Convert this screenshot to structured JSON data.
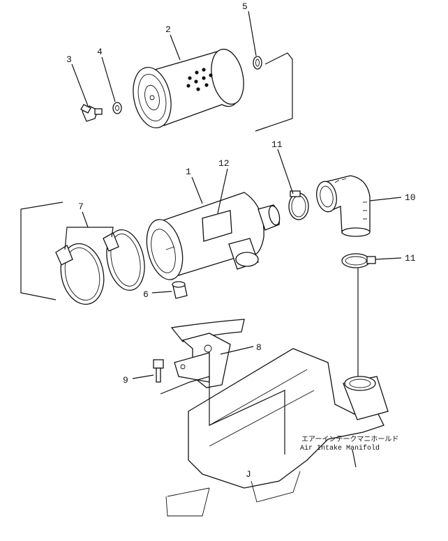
{
  "callouts": {
    "c1": "1",
    "c2": "2",
    "c3": "3",
    "c4": "4",
    "c5": "5",
    "c6": "6",
    "c7": "7",
    "c8": "8",
    "c9": "9",
    "c10": "10",
    "c11a": "11",
    "c11b": "11",
    "c12": "12"
  },
  "manifold_label": {
    "japanese": "エアーインテークマニホールド",
    "english": "Air Intake Manifold"
  },
  "marker": "J"
}
